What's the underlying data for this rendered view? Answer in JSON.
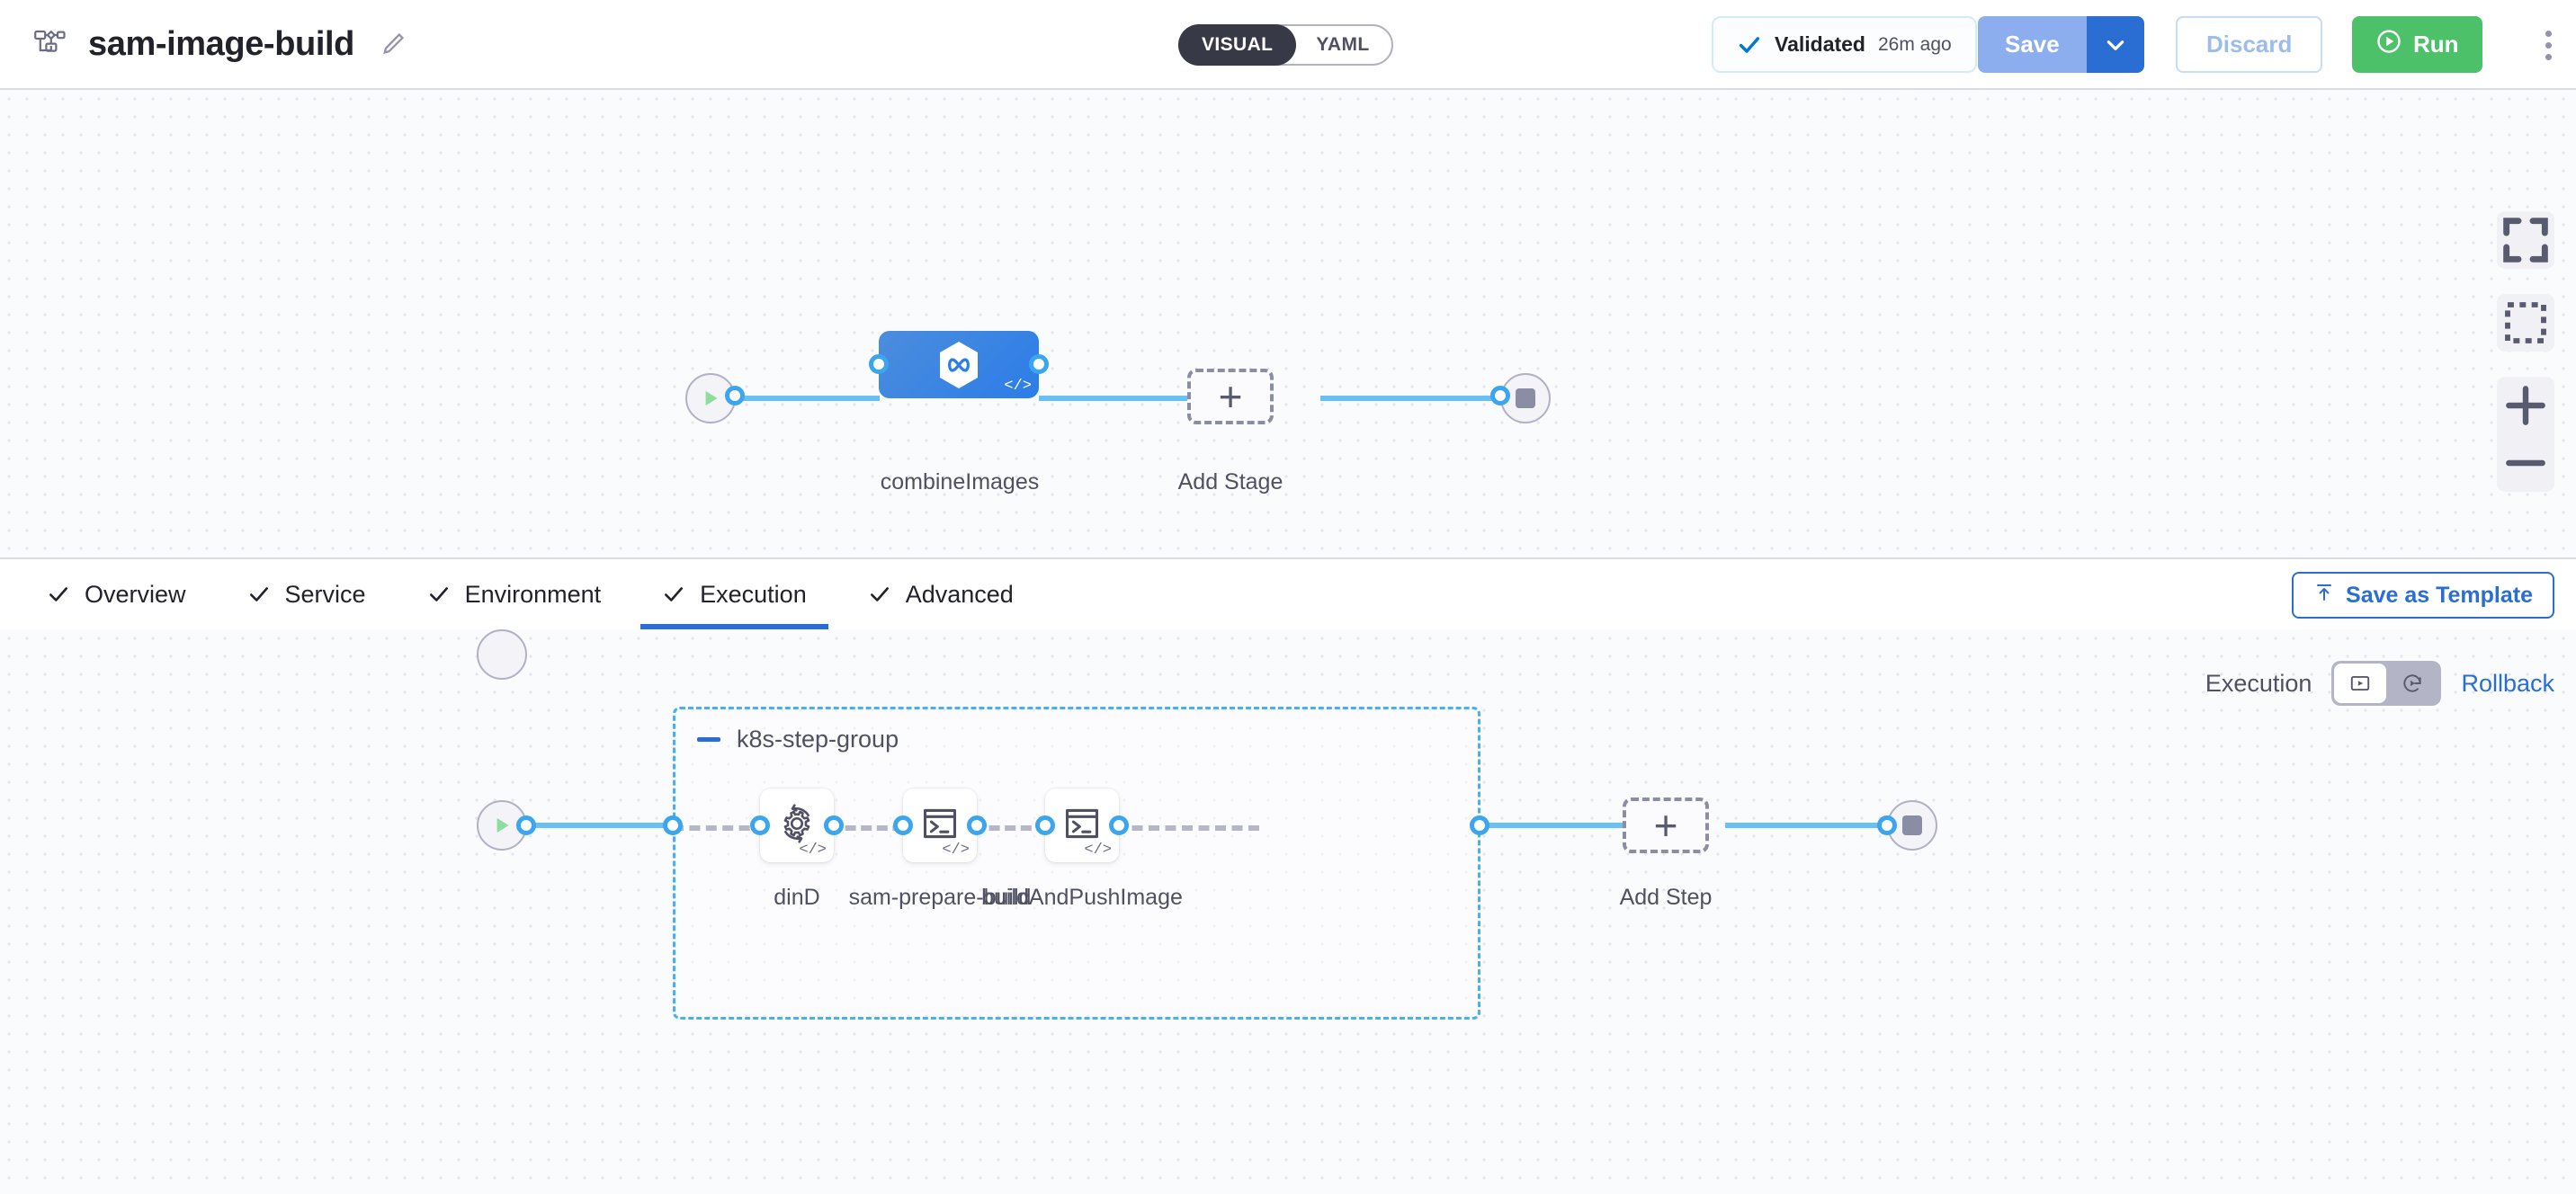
{
  "header": {
    "pipeline_icon": "pipeline-graph-icon",
    "title": "sam-image-build",
    "edit_icon": "pencil-icon",
    "view_toggle": {
      "options": [
        "VISUAL",
        "YAML"
      ],
      "selected": "VISUAL"
    },
    "validated": {
      "icon": "check-icon",
      "label": "Validated",
      "time": "26m ago"
    },
    "save": {
      "label": "Save",
      "caret_icon": "chevron-down-icon"
    },
    "discard": {
      "label": "Discard"
    },
    "run": {
      "label": "Run",
      "icon": "play-circle-icon"
    },
    "more_icon": "kebab-menu-icon"
  },
  "stage_canvas": {
    "start_node": {
      "icon": "play-icon"
    },
    "end_node": {
      "icon": "stop-square-icon"
    },
    "stage": {
      "label": "combineImages",
      "icon": "harness-cd-hexagon-icon",
      "badge": "</>"
    },
    "add_stage": {
      "label": "Add Stage",
      "icon": "plus-icon"
    },
    "zoom_controls": [
      {
        "name": "fit-to-screen",
        "icon": "fit-screen-icon"
      },
      {
        "name": "selection-box",
        "icon": "dashed-selection-icon"
      },
      {
        "name": "zoom-in",
        "icon": "plus-icon"
      },
      {
        "name": "zoom-out",
        "icon": "minus-icon"
      }
    ]
  },
  "tabbar": {
    "tabs": [
      {
        "label": "Overview",
        "checked": true,
        "active": false
      },
      {
        "label": "Service",
        "checked": true,
        "active": false
      },
      {
        "label": "Environment",
        "checked": true,
        "active": false
      },
      {
        "label": "Execution",
        "checked": true,
        "active": true
      },
      {
        "label": "Advanced",
        "checked": true,
        "active": false
      }
    ],
    "save_as_template": {
      "label": "Save as Template",
      "icon": "upload-template-icon"
    }
  },
  "execution_canvas": {
    "mode_toggle": {
      "left_label": "Execution",
      "right_label": "Rollback",
      "selected": "execution",
      "left_icon": "execution-play-box-icon",
      "right_icon": "rollback-rotate-icon"
    },
    "start_node": {
      "icon": "play-icon"
    },
    "end_node": {
      "icon": "stop-square-icon"
    },
    "step_group": {
      "title": "k8s-step-group",
      "collapse_icon": "minus-icon",
      "steps": [
        {
          "label": "dinD",
          "icon": "gear-rotate-icon",
          "badge": "</>"
        },
        {
          "label": "sam-prepare-build",
          "icon": "terminal-icon",
          "badge": "</>"
        },
        {
          "label": "buildAndPushImage",
          "icon": "terminal-icon",
          "badge": "</>"
        }
      ]
    },
    "add_step": {
      "label": "Add Step",
      "icon": "plus-icon"
    }
  },
  "colors": {
    "accent_blue": "#2a6ed4",
    "link_blue": "#69c0f3",
    "group_border": "#49b0ee",
    "run_green": "#4dc06a",
    "save_disabled": "#8daeee"
  }
}
